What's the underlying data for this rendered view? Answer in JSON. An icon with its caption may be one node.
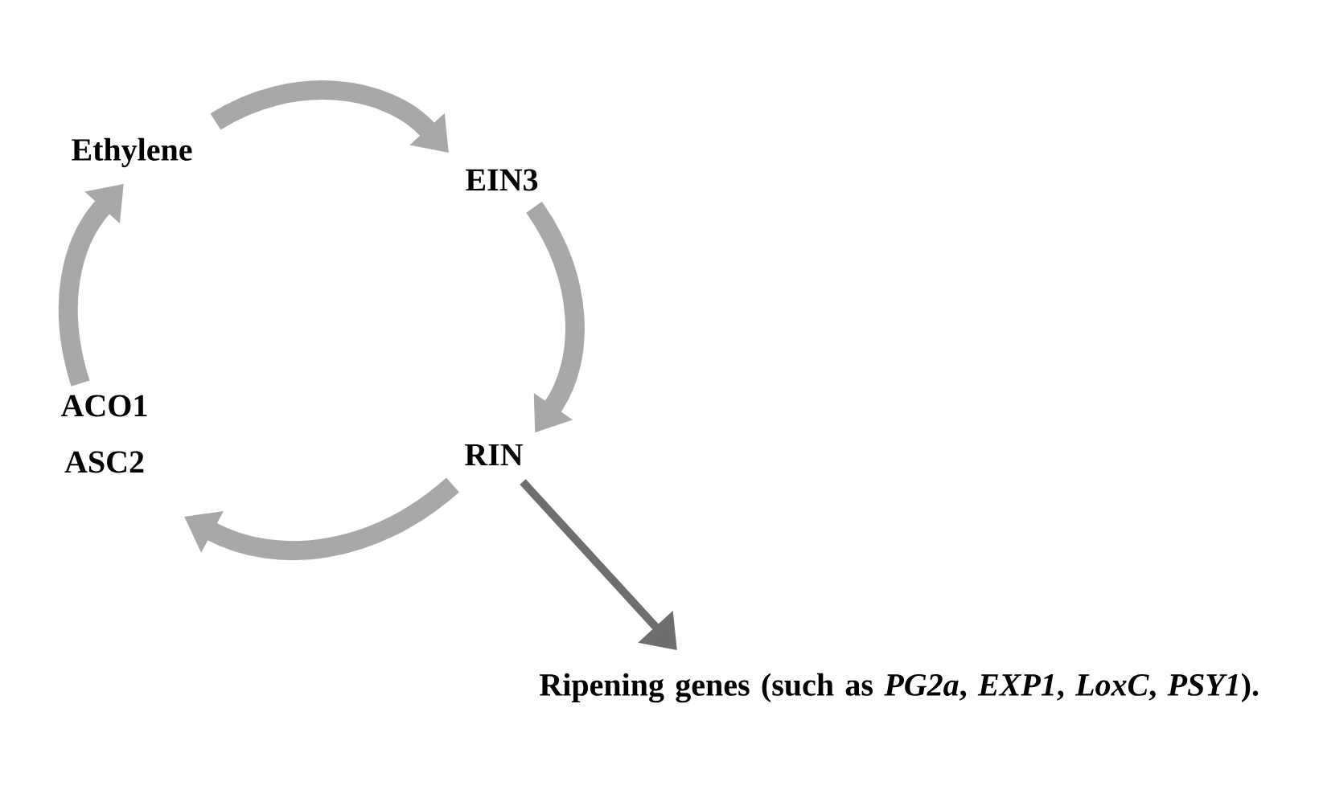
{
  "diagram": {
    "nodes": [
      {
        "text": [
          "Ethylene"
        ]
      },
      {
        "text": [
          "EIN3"
        ]
      },
      {
        "text": [
          "RIN"
        ]
      },
      {
        "text": [
          "ACO1",
          "ASC2"
        ]
      },
      {
        "text": [
          "Ripening genes (such as *PG2a*, *EXP1*, *LoxC*, *PSY1*)."
        ]
      }
    ],
    "edges": [
      {
        "from": 0,
        "to": 1,
        "arrow": "to"
      },
      {
        "from": 1,
        "to": 2,
        "arrow": "to"
      },
      {
        "from": 2,
        "to": 3,
        "arrow": "to"
      },
      {
        "from": 3,
        "to": 0,
        "arrow": "to"
      },
      {
        "from": 2,
        "to": 4,
        "arrow": "to",
        "color": "#6e6e6e"
      }
    ]
  }
}
